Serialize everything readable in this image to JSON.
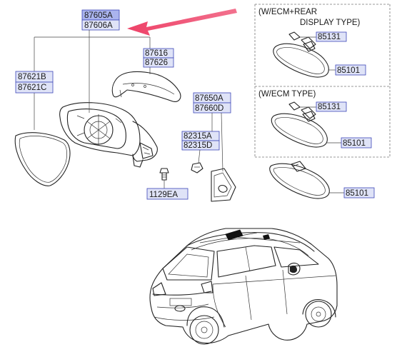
{
  "labels": {
    "mirror_assy_lh": "87605A",
    "mirror_assy_rh": "87606A",
    "scalp_cover_lh": "87616",
    "scalp_cover_rh": "87626",
    "glass_lh": "87621B",
    "glass_rh": "87621C",
    "garnish_lh": "87650A",
    "garnish_rh": "87660D",
    "clip_lh": "82315A",
    "clip_rh": "82315D",
    "bolt": "1129EA"
  },
  "insets": [
    {
      "title_line1": "(W/ECM+REAR",
      "title_line2": "DISPLAY TYPE)",
      "cover": "85131",
      "mirror": "85101"
    },
    {
      "title_line1": "(W/ECM TYPE)",
      "cover": "85131",
      "mirror": "85101"
    }
  ],
  "standalone_mirror": "85101",
  "colors": {
    "highlight_box": "#aab4ee",
    "label_box": "#dfe3f7",
    "label_border": "#3c46b8",
    "arrow": "#ee4268"
  }
}
